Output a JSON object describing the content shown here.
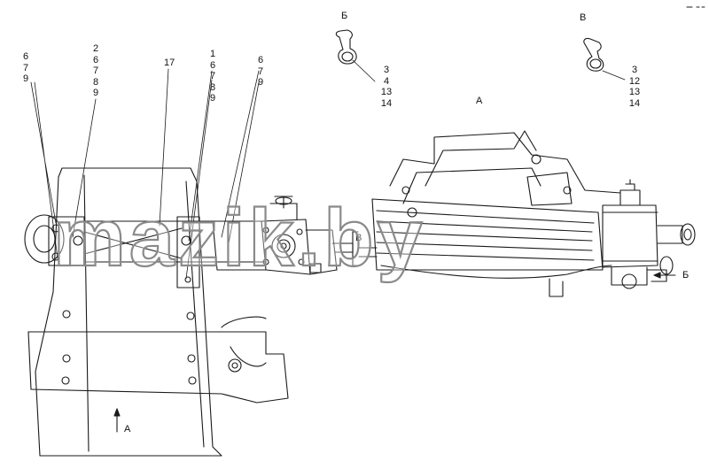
{
  "watermark": "mazik.by",
  "view_labels": {
    "b": "Б",
    "v": "В",
    "a": "А"
  },
  "callouts": {
    "group_left": [
      "6",
      "7",
      "9"
    ],
    "group_2": [
      "2",
      "6",
      "7",
      "8",
      "9"
    ],
    "single_17": "17",
    "group_1": [
      "1",
      "6",
      "7",
      "8",
      "9"
    ],
    "group_right": [
      "6",
      "7",
      "9"
    ],
    "detail_b_parts": [
      "3",
      "4",
      "13",
      "14"
    ],
    "detail_v_parts": [
      "3",
      "12",
      "13",
      "14"
    ]
  },
  "section_markers": {
    "v_marker": "В",
    "b_arrow": "Б",
    "a_arrow": "А"
  },
  "colors": {
    "line": "#1a1a1a",
    "watermark": "#9a9a9a"
  }
}
